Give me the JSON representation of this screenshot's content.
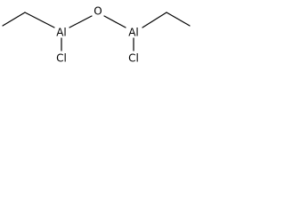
{
  "molecule": {
    "atoms": {
      "al_left": "Al",
      "o_bridge": "O",
      "al_right": "Al",
      "cl_left": "Cl",
      "cl_right": "Cl"
    },
    "colors": {
      "bond": "#000000",
      "label": "#000000",
      "background": "#ffffff"
    }
  }
}
